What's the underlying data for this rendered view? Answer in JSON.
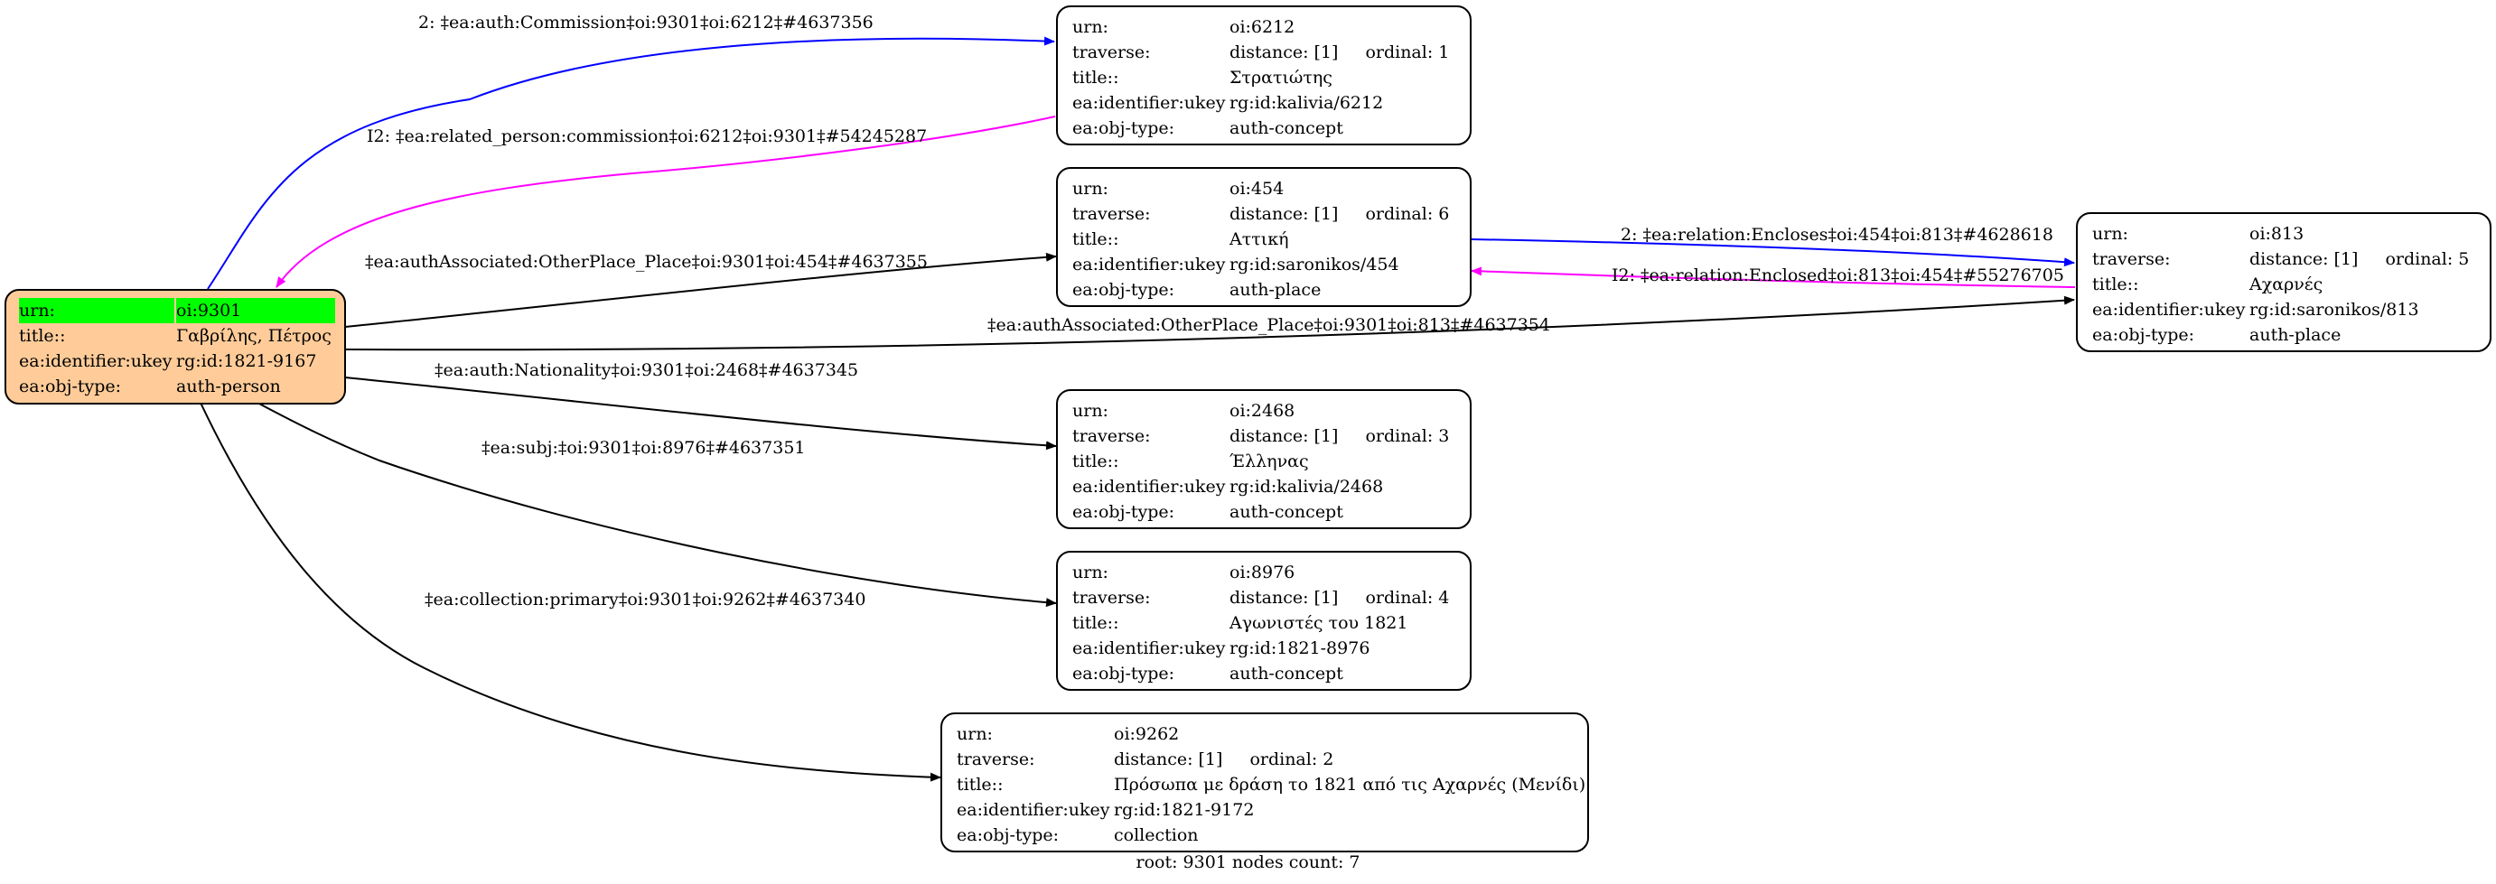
{
  "colors": {
    "root_fill": "#ffcc99",
    "root_urn_highlight": "#00ff00",
    "edge_primary": "#000000",
    "edge_related": "#0000ff",
    "edge_inverse": "#ff00ff"
  },
  "nodes": {
    "root": {
      "rows": [
        {
          "k": "urn:",
          "v": "oi:9301"
        },
        {
          "k": "title::",
          "v": "Γαβρίλης, Πέτρος"
        },
        {
          "k": "ea:identifier:ukey",
          "v": "rg:id:1821-9167"
        },
        {
          "k": "ea:obj-type:",
          "v": "auth-person"
        }
      ]
    },
    "n6212": {
      "urn_k": "urn:",
      "urn_v": "oi:6212",
      "traverse_k": "traverse:",
      "distance": "distance: [1]",
      "ordinal": "ordinal: 1",
      "title_k": "title::",
      "title_v": "Στρατιώτης",
      "ukey_k": "ea:identifier:ukey",
      "ukey_v": "rg:id:kalivia/6212",
      "type_k": "ea:obj-type:",
      "type_v": "auth-concept"
    },
    "n454": {
      "urn_k": "urn:",
      "urn_v": "oi:454",
      "traverse_k": "traverse:",
      "distance": "distance: [1]",
      "ordinal": "ordinal: 6",
      "title_k": "title::",
      "title_v": "Αττική",
      "ukey_k": "ea:identifier:ukey",
      "ukey_v": "rg:id:saronikos/454",
      "type_k": "ea:obj-type:",
      "type_v": "auth-place"
    },
    "n813": {
      "urn_k": "urn:",
      "urn_v": "oi:813",
      "traverse_k": "traverse:",
      "distance": "distance: [1]",
      "ordinal": "ordinal: 5",
      "title_k": "title::",
      "title_v": "Αχαρνές",
      "ukey_k": "ea:identifier:ukey",
      "ukey_v": "rg:id:saronikos/813",
      "type_k": "ea:obj-type:",
      "type_v": "auth-place"
    },
    "n2468": {
      "urn_k": "urn:",
      "urn_v": "oi:2468",
      "traverse_k": "traverse:",
      "distance": "distance: [1]",
      "ordinal": "ordinal: 3",
      "title_k": "title::",
      "title_v": "Έλληνας",
      "ukey_k": "ea:identifier:ukey",
      "ukey_v": "rg:id:kalivia/2468",
      "type_k": "ea:obj-type:",
      "type_v": "auth-concept"
    },
    "n8976": {
      "urn_k": "urn:",
      "urn_v": "oi:8976",
      "traverse_k": "traverse:",
      "distance": "distance: [1]",
      "ordinal": "ordinal: 4",
      "title_k": "title::",
      "title_v": "Αγωνιστές του 1821",
      "ukey_k": "ea:identifier:ukey",
      "ukey_v": "rg:id:1821-8976",
      "type_k": "ea:obj-type:",
      "type_v": "auth-concept"
    },
    "n9262": {
      "urn_k": "urn:",
      "urn_v": "oi:9262",
      "traverse_k": "traverse:",
      "distance": "distance: [1]",
      "ordinal": "ordinal: 2",
      "title_k": "title::",
      "title_v": "Πρόσωπα με δράση το 1821 από τις Αχαρνές (Μενίδι)",
      "ukey_k": "ea:identifier:ukey",
      "ukey_v": "rg:id:1821-9172",
      "type_k": "ea:obj-type:",
      "type_v": "collection"
    }
  },
  "edges": {
    "commission": "2: ‡ea:auth:Commission‡oi:9301‡oi:6212‡#4637356",
    "related_person": "I2: ‡ea:related_person:commission‡oi:6212‡oi:9301‡#54245287",
    "assoc_454": "‡ea:authAssociated:OtherPlace_Place‡oi:9301‡oi:454‡#4637355",
    "encloses": "2: ‡ea:relation:Encloses‡oi:454‡oi:813‡#4628618",
    "enclosed": "I2: ‡ea:relation:Enclosed‡oi:813‡oi:454‡#55276705",
    "assoc_813": "‡ea:authAssociated:OtherPlace_Place‡oi:9301‡oi:813‡#4637354",
    "nationality": "‡ea:auth:Nationality‡oi:9301‡oi:2468‡#4637345",
    "subj": "‡ea:subj:‡oi:9301‡oi:8976‡#4637351",
    "collection": "‡ea:collection:primary‡oi:9301‡oi:9262‡#4637340"
  },
  "caption": "root: 9301 nodes count: 7"
}
